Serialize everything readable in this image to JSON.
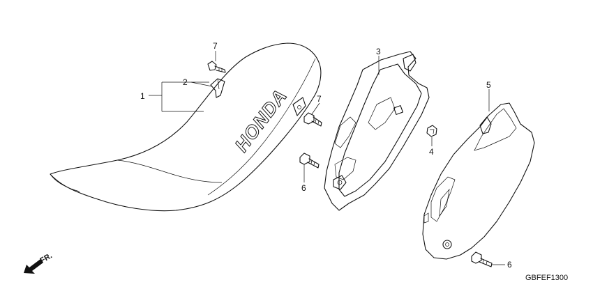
{
  "diagram": {
    "callouts": {
      "c1": "1",
      "c2": "2",
      "c3": "3",
      "c4": "4",
      "c5": "5",
      "c6a": "6",
      "c6b": "6",
      "c7a": "7",
      "c7b": "7"
    },
    "seat_logo": "HONDA",
    "direction_label": "FR.",
    "diagram_code": "GBFEF1300"
  }
}
